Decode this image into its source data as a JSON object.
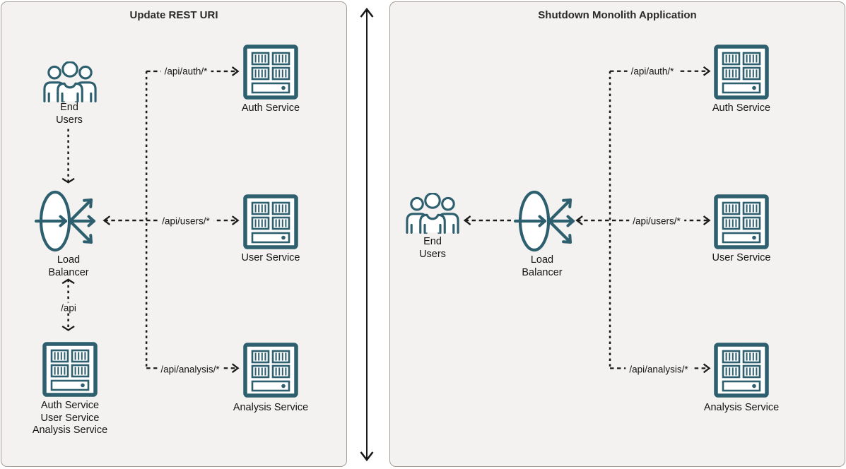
{
  "colors": {
    "icon_teal": "#2e5f6e",
    "connector_line": "#1a1a1a",
    "panel_background": "#f3f2f0",
    "panel_border": "#a59d95",
    "text": "#161513"
  },
  "left_panel": {
    "title": "Update REST URI",
    "end_users_label": "End\nUsers",
    "load_balancer_label": "Load\nBalancer",
    "monolith_api_route": "/api",
    "monolith_label": "Auth Service\nUser Service\nAnalysis Service",
    "routes": {
      "auth": "/api/auth/*",
      "users": "/api/users/*",
      "analysis": "/api/analysis/*"
    },
    "services": {
      "auth": "Auth Service",
      "users": "User Service",
      "analysis": "Analysis Service"
    }
  },
  "right_panel": {
    "title": "Shutdown Monolith Application",
    "end_users_label": "End\nUsers",
    "load_balancer_label": "Load\nBalancer",
    "routes": {
      "auth": "/api/auth/*",
      "users": "/api/users/*",
      "analysis": "/api/analysis/*"
    },
    "services": {
      "auth": "Auth Service",
      "users": "User Service",
      "analysis": "Analysis Service"
    }
  }
}
